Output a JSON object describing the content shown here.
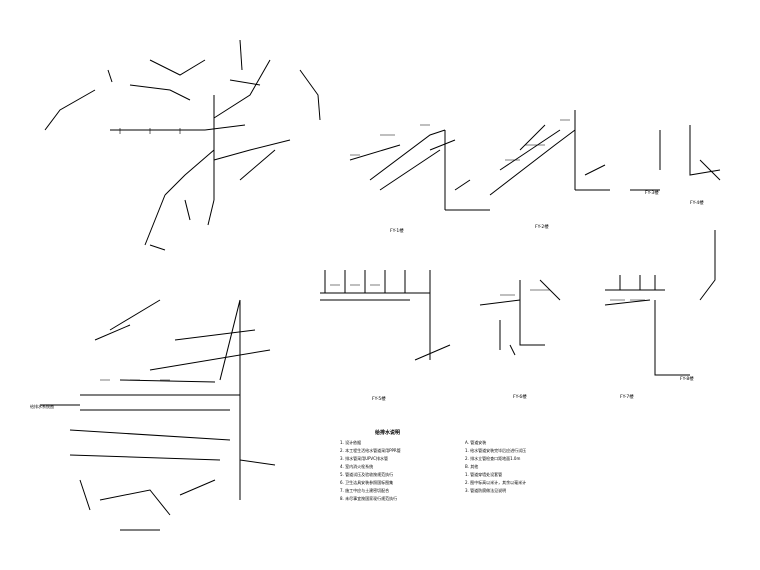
{
  "diagram": {
    "captions": {
      "cap1": "FY-1楼",
      "cap2": "FY-2楼",
      "cap3": "FY-3楼",
      "cap4": "FY-4楼",
      "cap5": "FY-5楼",
      "cap6": "FY-6楼",
      "cap7": "FY-7楼",
      "cap8": "FY-8楼"
    },
    "notes_title": "给排水说明",
    "notes_left": [
      "1. 设计依据",
      "2. 本工程生活给水管道采用PPR管",
      "3. 排水管采用UPVC排水管",
      "4. 室内消火栓系统",
      "5. 管道试压及验收按规范执行",
      "6. 卫生洁具安装参照国标图集",
      "7. 施工中应与土建密切配合",
      "8. 未尽事宜按国家现行规范执行"
    ],
    "notes_right": [
      "A. 管道安装",
      "1. 给水管道安装完毕后应进行试压",
      "2. 排水立管检查口距地面1.0m",
      "B. 其他",
      "1. 管道穿墙处设套管",
      "2. 图中标高以米计，其余以毫米计",
      "3. 管道防腐做法见说明"
    ],
    "side_label": "给排水系统图"
  }
}
